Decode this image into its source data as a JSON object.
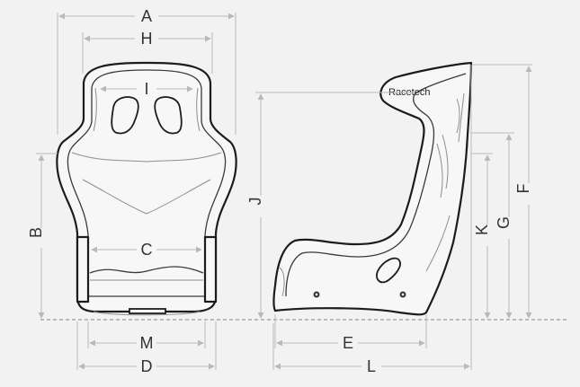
{
  "brand": "Racetech",
  "dimensions": {
    "A": "A",
    "H": "H",
    "I": "I",
    "C": "C",
    "B": "B",
    "M": "M",
    "D": "D",
    "J": "J",
    "E": "E",
    "L": "L",
    "K": "K",
    "G": "G",
    "F": "F"
  }
}
